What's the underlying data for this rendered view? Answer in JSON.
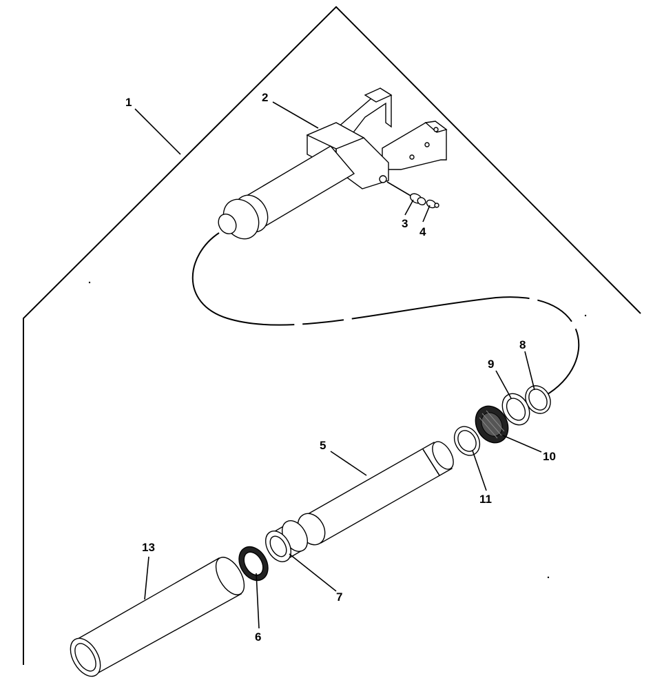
{
  "diagram": {
    "callouts": {
      "c1": "1",
      "c2": "2",
      "c3": "3",
      "c4": "4",
      "c5": "5",
      "c6": "6",
      "c7": "7",
      "c8": "8",
      "c9": "9",
      "c10": "10",
      "c11": "11",
      "c13": "13"
    }
  }
}
